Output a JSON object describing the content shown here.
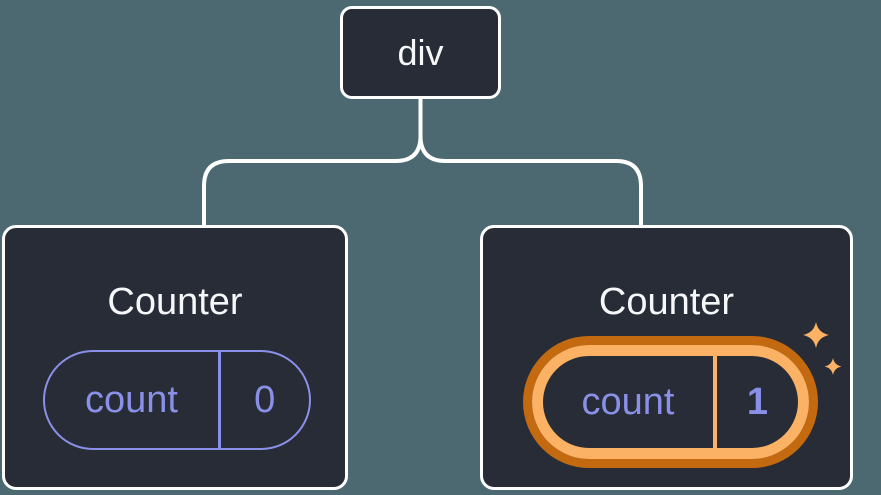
{
  "diagram": {
    "description": "React component tree: a div root with two Counter children; the second Counter's state was updated",
    "colors": {
      "background": "#4C6971",
      "node_fill": "#272C36",
      "node_border": "#FFFFFF",
      "connector": "#FFFFFF",
      "state_accent": "#8A90E8",
      "highlight_light": "#FBB264",
      "highlight_dark": "#C36A10"
    },
    "root": {
      "label": "div"
    },
    "children": [
      {
        "title": "Counter",
        "state": {
          "key": "count",
          "value": "0"
        },
        "highlighted": false
      },
      {
        "title": "Counter",
        "state": {
          "key": "count",
          "value": "1"
        },
        "highlighted": true
      }
    ]
  }
}
